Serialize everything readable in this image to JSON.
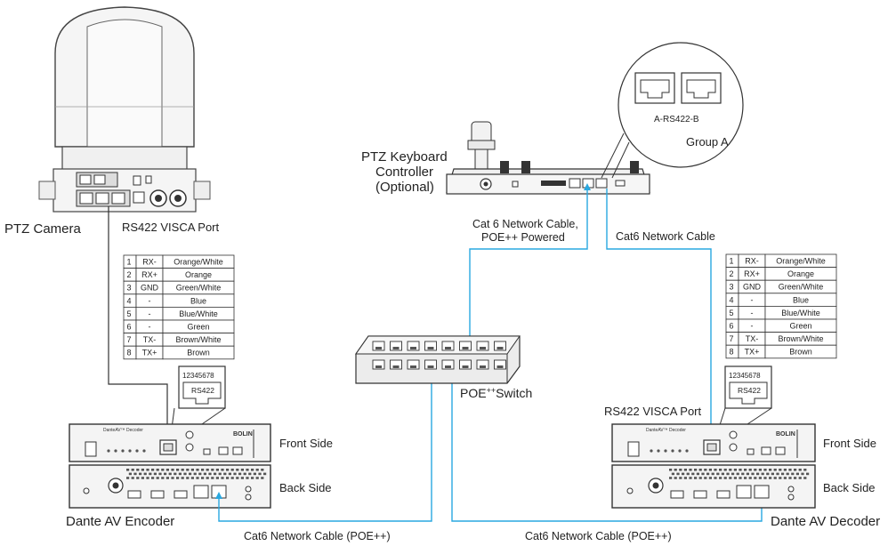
{
  "labels": {
    "ptz_camera": "PTZ Camera",
    "rs422_visca_port_left": "RS422 VISCA Port",
    "ptz_keyboard_line1": "PTZ Keyboard",
    "ptz_keyboard_line2": "Controller",
    "ptz_keyboard_line3": "(Optional)",
    "a_rs422_b": "A-RS422-B",
    "group_a": "Group A",
    "cat6_poe_powered_line1": "Cat 6 Network Cable,",
    "cat6_poe_powered_line2": "POE++ Powered",
    "cat6_network_cable": "Cat6 Network Cable",
    "poe_switch_prefix": "POE",
    "poe_switch_plus": "++",
    "poe_switch_suffix": "Switch",
    "rs422_visca_port_right": "RS422 VISCA Port",
    "front_side_left": "Front Side",
    "back_side_left": "Back Side",
    "front_side_right": "Front Side",
    "back_side_right": "Back Side",
    "dante_av_encoder": "Dante AV Encoder",
    "dante_av_decoder": "Dante AV Decoder",
    "cat6_poe_left": "Cat6 Network Cable (POE++)",
    "cat6_poe_right": "Cat6 Network Cable (POE++)",
    "connector_pins": "12345678",
    "connector_label": "RS422",
    "device_title": "DanteAV™ Decoder",
    "brand": "BOLIN"
  },
  "pinout_table": [
    {
      "pin": "1",
      "signal": "RX-",
      "color": "Orange/White"
    },
    {
      "pin": "2",
      "signal": "RX+",
      "color": "Orange"
    },
    {
      "pin": "3",
      "signal": "GND",
      "color": "Green/White"
    },
    {
      "pin": "4",
      "signal": "-",
      "color": "Blue"
    },
    {
      "pin": "5",
      "signal": "-",
      "color": "Blue/White"
    },
    {
      "pin": "6",
      "signal": "-",
      "color": "Green"
    },
    {
      "pin": "7",
      "signal": "TX-",
      "color": "Brown/White"
    },
    {
      "pin": "8",
      "signal": "TX+",
      "color": "Brown"
    }
  ],
  "colors": {
    "cable": "#29a8e0",
    "line": "#333333",
    "device_fill": "#f2f2f2",
    "switch_fill": "#e8e8e8"
  },
  "icons": [
    "ptz-camera-icon",
    "keyboard-controller-icon",
    "network-switch-icon",
    "rj45-connector-icon"
  ]
}
